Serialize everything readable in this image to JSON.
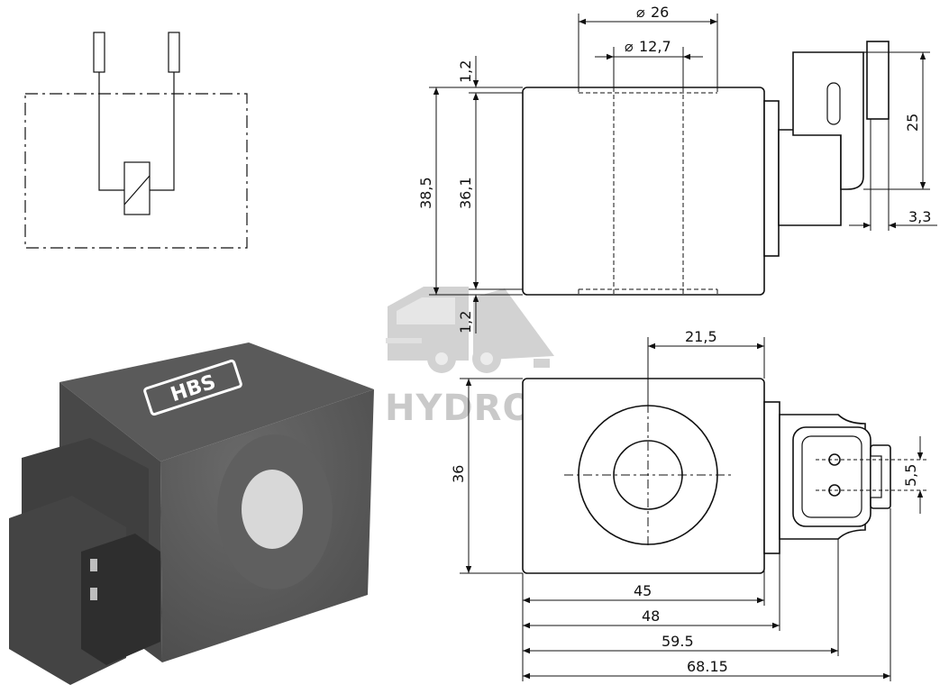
{
  "watermark": {
    "text": "HYDROTRUCK"
  },
  "photo": {
    "brand_text": "HBS"
  },
  "dimensions": {
    "dia_outer": "26",
    "dia_inner": "12,7",
    "gap_top": "1,2",
    "gap_bottom": "1,2",
    "height_total": "38,5",
    "height_body": "36,1",
    "connector_height": "25",
    "connector_offset": "3,3",
    "center_offset": "21,5",
    "face_height": "36",
    "pin_pitch": "5,5",
    "length_body": "45",
    "length_flange": "48",
    "length_connector": "59.5",
    "length_total": "68.15"
  }
}
